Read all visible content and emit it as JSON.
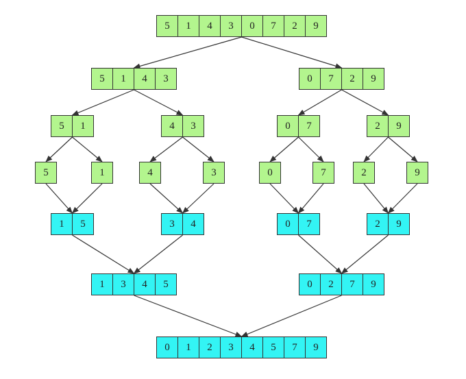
{
  "colors": {
    "split_fill": "#b3f58e",
    "merge_fill": "#33f4f4",
    "border": "#333333",
    "arrow": "#333333"
  },
  "diagram": {
    "groups": [
      {
        "id": "root",
        "kind": "split",
        "values": [
          "5",
          "1",
          "4",
          "3",
          "0",
          "7",
          "2",
          "9"
        ]
      },
      {
        "id": "l",
        "kind": "split",
        "values": [
          "5",
          "1",
          "4",
          "3"
        ]
      },
      {
        "id": "r",
        "kind": "split",
        "values": [
          "0",
          "7",
          "2",
          "9"
        ]
      },
      {
        "id": "ll",
        "kind": "split",
        "values": [
          "5",
          "1"
        ]
      },
      {
        "id": "lr",
        "kind": "split",
        "values": [
          "4",
          "3"
        ]
      },
      {
        "id": "rl",
        "kind": "split",
        "values": [
          "0",
          "7"
        ]
      },
      {
        "id": "rr",
        "kind": "split",
        "values": [
          "2",
          "9"
        ]
      },
      {
        "id": "lll",
        "kind": "split",
        "values": [
          "5"
        ]
      },
      {
        "id": "llr",
        "kind": "split",
        "values": [
          "1"
        ]
      },
      {
        "id": "lrl",
        "kind": "split",
        "values": [
          "4"
        ]
      },
      {
        "id": "lrr",
        "kind": "split",
        "values": [
          "3"
        ]
      },
      {
        "id": "rll",
        "kind": "split",
        "values": [
          "0"
        ]
      },
      {
        "id": "rlr",
        "kind": "split",
        "values": [
          "7"
        ]
      },
      {
        "id": "rrl",
        "kind": "split",
        "values": [
          "2"
        ]
      },
      {
        "id": "rrr",
        "kind": "split",
        "values": [
          "9"
        ]
      },
      {
        "id": "m_ll",
        "kind": "merge",
        "values": [
          "1",
          "5"
        ]
      },
      {
        "id": "m_lr",
        "kind": "merge",
        "values": [
          "3",
          "4"
        ]
      },
      {
        "id": "m_rl",
        "kind": "merge",
        "values": [
          "0",
          "7"
        ]
      },
      {
        "id": "m_rr",
        "kind": "merge",
        "values": [
          "2",
          "9"
        ]
      },
      {
        "id": "m_l",
        "kind": "merge",
        "values": [
          "1",
          "3",
          "4",
          "5"
        ]
      },
      {
        "id": "m_r",
        "kind": "merge",
        "values": [
          "0",
          "2",
          "7",
          "9"
        ]
      },
      {
        "id": "m_root",
        "kind": "merge",
        "values": [
          "0",
          "1",
          "2",
          "3",
          "4",
          "5",
          "7",
          "9"
        ]
      }
    ],
    "edges": [
      [
        "root",
        "l"
      ],
      [
        "root",
        "r"
      ],
      [
        "l",
        "ll"
      ],
      [
        "l",
        "lr"
      ],
      [
        "r",
        "rl"
      ],
      [
        "r",
        "rr"
      ],
      [
        "ll",
        "lll"
      ],
      [
        "ll",
        "llr"
      ],
      [
        "lr",
        "lrl"
      ],
      [
        "lr",
        "lrr"
      ],
      [
        "rl",
        "rll"
      ],
      [
        "rl",
        "rlr"
      ],
      [
        "rr",
        "rrl"
      ],
      [
        "rr",
        "rrr"
      ],
      [
        "lll",
        "m_ll"
      ],
      [
        "llr",
        "m_ll"
      ],
      [
        "lrl",
        "m_lr"
      ],
      [
        "lrr",
        "m_lr"
      ],
      [
        "rll",
        "m_rl"
      ],
      [
        "rlr",
        "m_rl"
      ],
      [
        "rrl",
        "m_rr"
      ],
      [
        "rrr",
        "m_rr"
      ],
      [
        "m_ll",
        "m_l"
      ],
      [
        "m_lr",
        "m_l"
      ],
      [
        "m_rl",
        "m_r"
      ],
      [
        "m_rr",
        "m_r"
      ],
      [
        "m_l",
        "m_root"
      ],
      [
        "m_r",
        "m_root"
      ]
    ]
  }
}
